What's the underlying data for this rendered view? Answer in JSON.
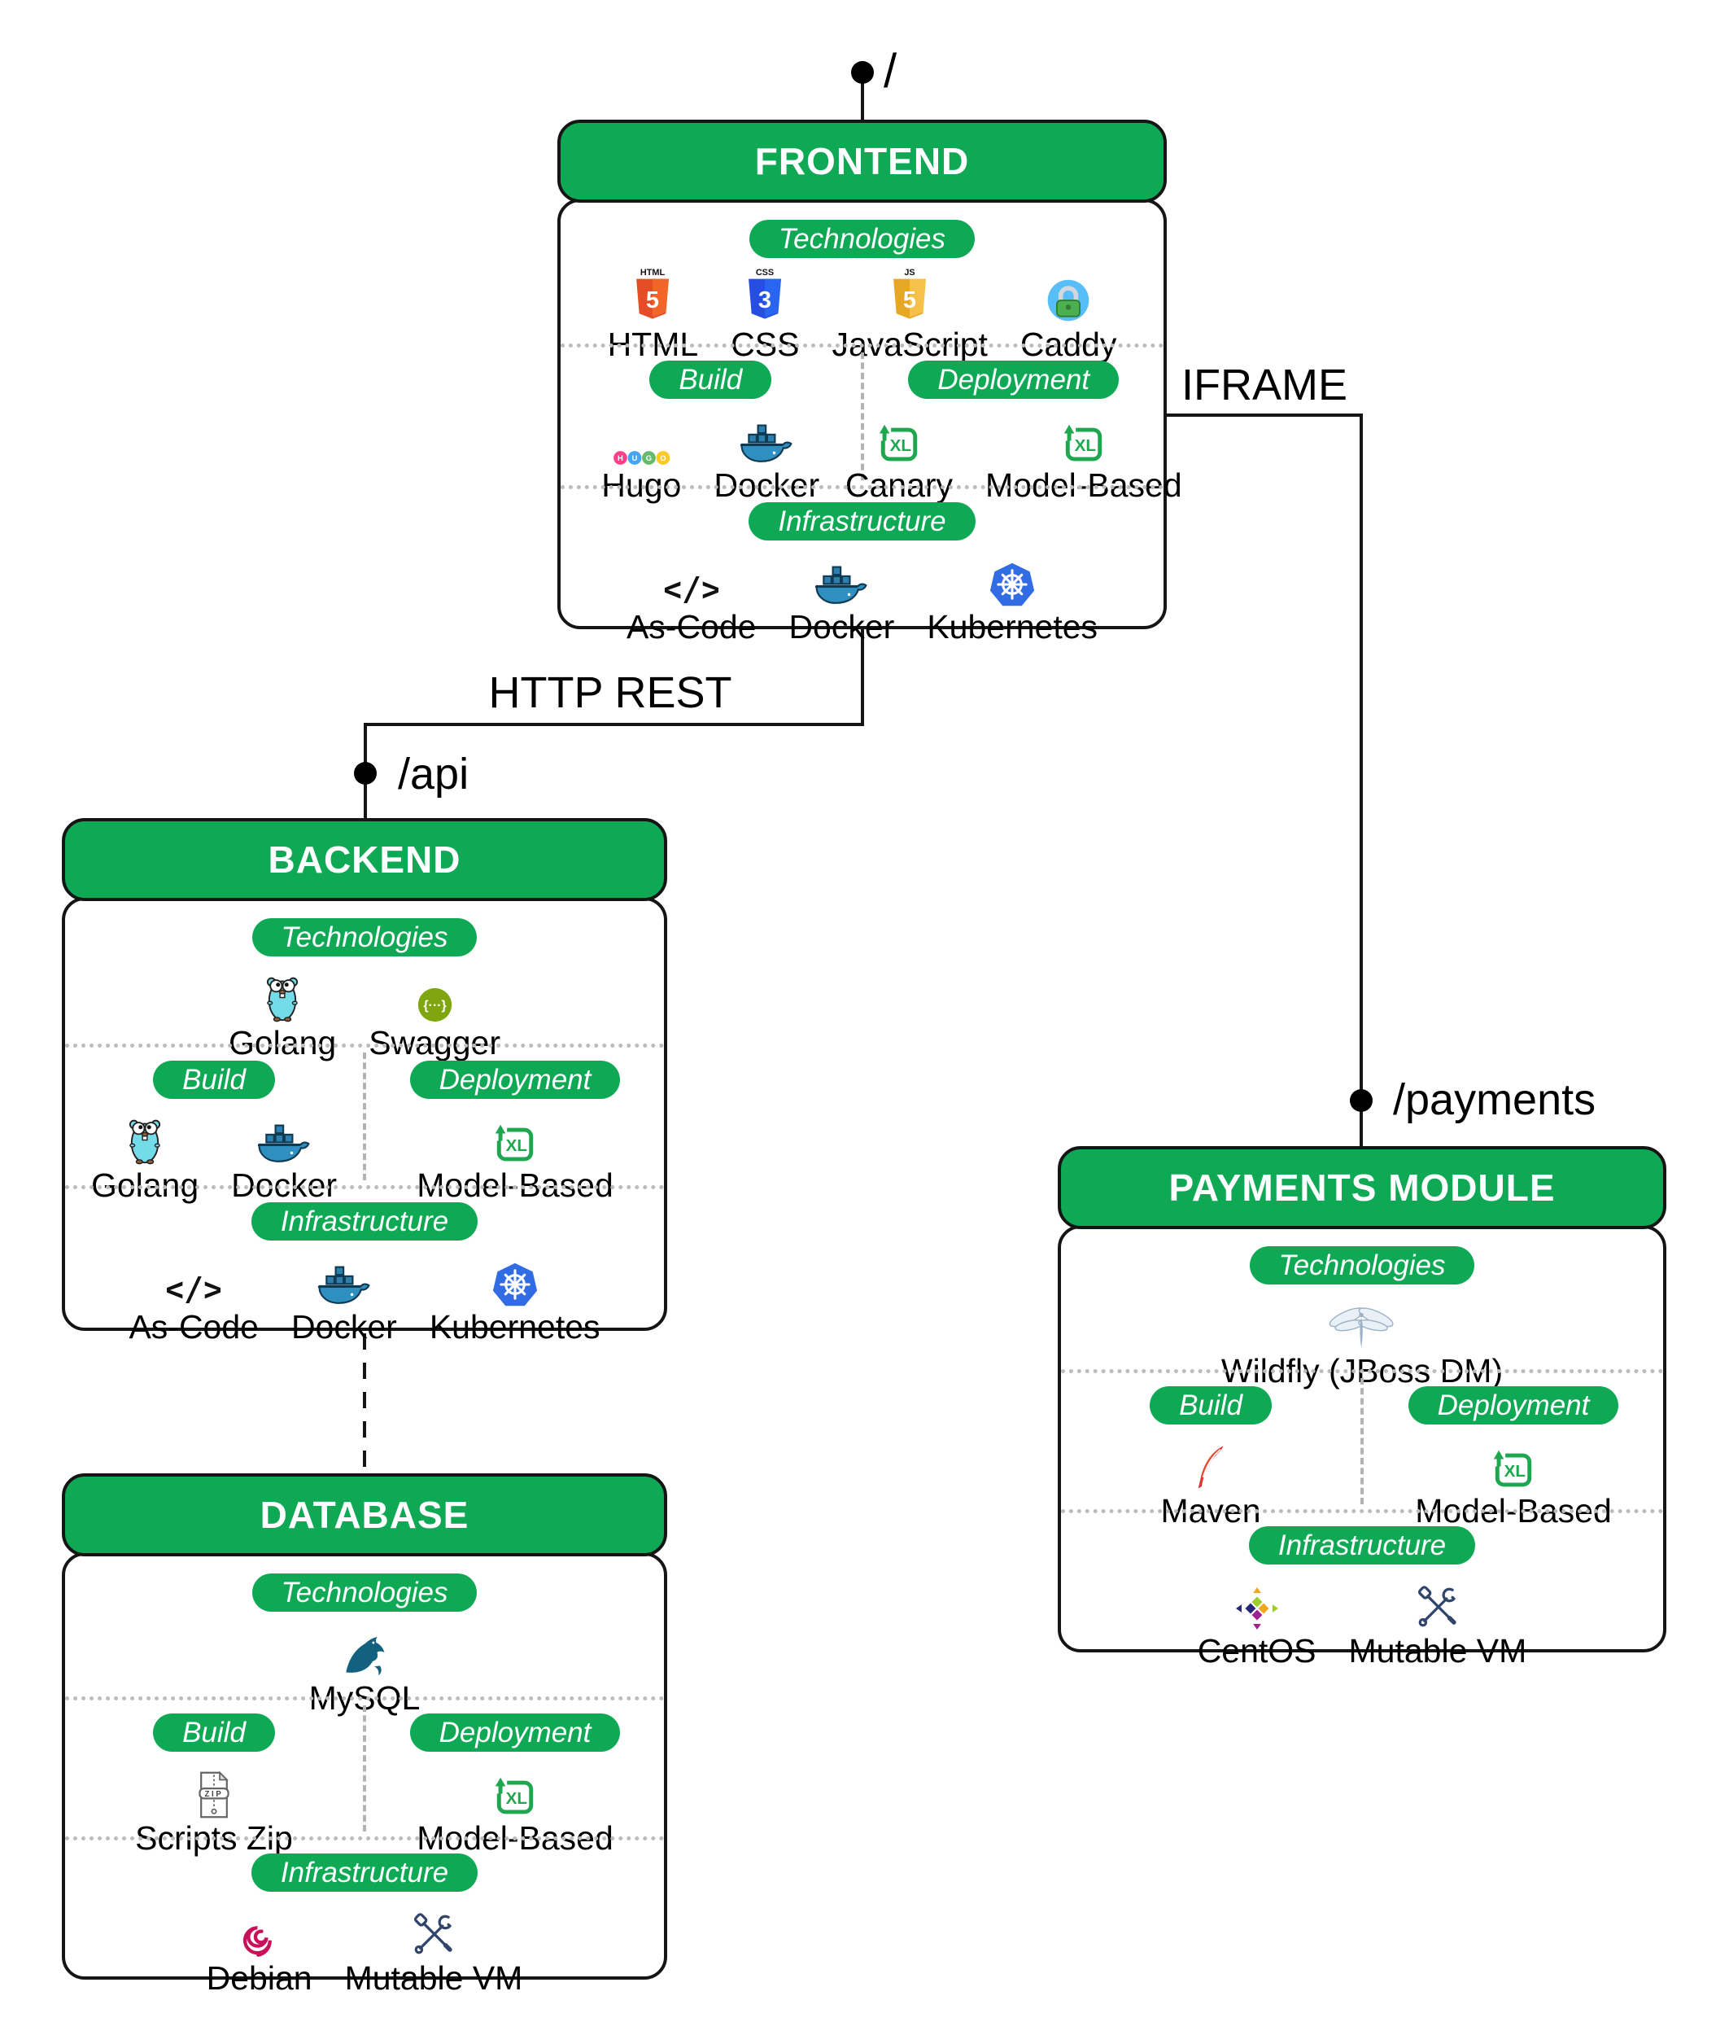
{
  "colors": {
    "green": "#0FA956",
    "line": "#151515",
    "separator": "#BCBCBC"
  },
  "connections": {
    "root_path": "/",
    "http_rest": "HTTP REST",
    "api_path": "/api",
    "iframe": "IFRAME",
    "payments_path": "/payments"
  },
  "boxes": [
    {
      "id": "frontend",
      "title": "FRONTEND",
      "sections": {
        "technologies": {
          "label": "Technologies",
          "items": [
            {
              "icon": "html5-icon",
              "label": "HTML"
            },
            {
              "icon": "css3-icon",
              "label": "CSS"
            },
            {
              "icon": "js-icon",
              "label": "JavaScript"
            },
            {
              "icon": "caddy-icon",
              "label": "Caddy"
            }
          ]
        },
        "build": {
          "label": "Build",
          "items": [
            {
              "icon": "hugo-icon",
              "label": "Hugo"
            },
            {
              "icon": "docker-icon",
              "label": "Docker"
            }
          ]
        },
        "deployment": {
          "label": "Deployment",
          "items": [
            {
              "icon": "xl-deploy-icon",
              "label": "Canary"
            },
            {
              "icon": "xl-deploy-icon",
              "label": "Model-Based"
            }
          ]
        },
        "infrastructure": {
          "label": "Infrastructure",
          "items": [
            {
              "icon": "as-code-icon",
              "label": "As-Code"
            },
            {
              "icon": "docker-icon",
              "label": "Docker"
            },
            {
              "icon": "kubernetes-icon",
              "label": "Kubernetes"
            }
          ]
        }
      }
    },
    {
      "id": "backend",
      "title": "BACKEND",
      "sections": {
        "technologies": {
          "label": "Technologies",
          "items": [
            {
              "icon": "golang-icon",
              "label": "Golang"
            },
            {
              "icon": "swagger-icon",
              "label": "Swagger"
            }
          ]
        },
        "build": {
          "label": "Build",
          "items": [
            {
              "icon": "golang-icon",
              "label": "Golang"
            },
            {
              "icon": "docker-icon",
              "label": "Docker"
            }
          ]
        },
        "deployment": {
          "label": "Deployment",
          "items": [
            {
              "icon": "xl-deploy-icon",
              "label": "Model-Based"
            }
          ]
        },
        "infrastructure": {
          "label": "Infrastructure",
          "items": [
            {
              "icon": "as-code-icon",
              "label": "As-Code"
            },
            {
              "icon": "docker-icon",
              "label": "Docker"
            },
            {
              "icon": "kubernetes-icon",
              "label": "Kubernetes"
            }
          ]
        }
      }
    },
    {
      "id": "database",
      "title": "DATABASE",
      "sections": {
        "technologies": {
          "label": "Technologies",
          "items": [
            {
              "icon": "mysql-icon",
              "label": "MySQL"
            }
          ]
        },
        "build": {
          "label": "Build",
          "items": [
            {
              "icon": "zip-icon",
              "label": "Scripts Zip"
            }
          ]
        },
        "deployment": {
          "label": "Deployment",
          "items": [
            {
              "icon": "xl-deploy-icon",
              "label": "Model-Based"
            }
          ]
        },
        "infrastructure": {
          "label": "Infrastructure",
          "items": [
            {
              "icon": "debian-icon",
              "label": "Debian"
            },
            {
              "icon": "tools-icon",
              "label": "Mutable VM"
            }
          ]
        }
      }
    },
    {
      "id": "payments",
      "title": "PAYMENTS MODULE",
      "sections": {
        "technologies": {
          "label": "Technologies",
          "items": [
            {
              "icon": "wildfly-icon",
              "label": "Wildfly (JBoss DM)"
            }
          ]
        },
        "build": {
          "label": "Build",
          "items": [
            {
              "icon": "maven-icon",
              "label": "Maven"
            }
          ]
        },
        "deployment": {
          "label": "Deployment",
          "items": [
            {
              "icon": "xl-deploy-icon",
              "label": "Model-Based"
            }
          ]
        },
        "infrastructure": {
          "label": "Infrastructure",
          "items": [
            {
              "icon": "centos-icon",
              "label": "CentOS"
            },
            {
              "icon": "tools-icon",
              "label": "Mutable VM"
            }
          ]
        }
      }
    }
  ]
}
